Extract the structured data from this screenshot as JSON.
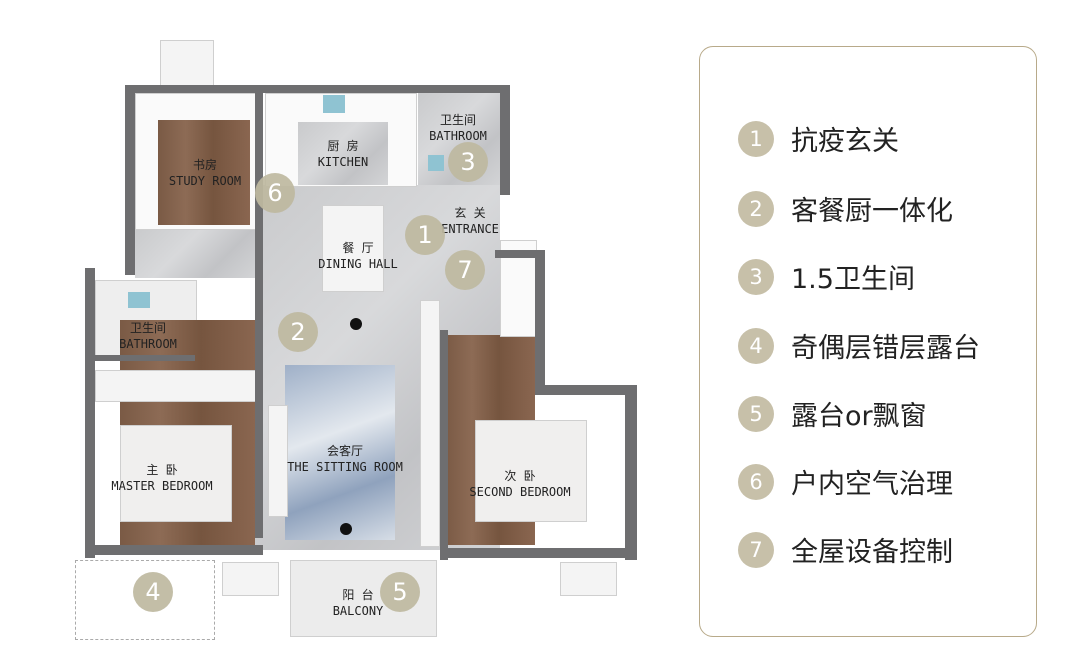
{
  "rooms": {
    "study": {
      "cn": "书房",
      "en": "STUDY ROOM"
    },
    "kitchen": {
      "cn": "厨 房",
      "en": "KITCHEN"
    },
    "bathroom_top": {
      "cn": "卫生间",
      "en": "BATHROOM"
    },
    "entrance": {
      "cn": "玄 关",
      "en": "ENTRANCE"
    },
    "dining": {
      "cn": "餐 厅",
      "en": "DINING HALL"
    },
    "bathroom_left": {
      "cn": "卫生间",
      "en": "BATHROOM"
    },
    "master": {
      "cn": "主 卧",
      "en": "MASTER BEDROOM"
    },
    "sitting": {
      "cn": "会客厅",
      "en": "THE SITTING ROOM"
    },
    "second": {
      "cn": "次 卧",
      "en": "SECOND BEDROOM"
    },
    "balcony": {
      "cn": "阳 台",
      "en": "BALCONY"
    }
  },
  "markers": [
    "1",
    "2",
    "3",
    "4",
    "5",
    "6",
    "7"
  ],
  "legend": [
    {
      "num": "1",
      "text": "抗疫玄关"
    },
    {
      "num": "2",
      "text": "客餐厨一体化"
    },
    {
      "num": "3",
      "text": "1.5卫生间"
    },
    {
      "num": "4",
      "text": "奇偶层错层露台"
    },
    {
      "num": "5",
      "text": "露台or飘窗"
    },
    {
      "num": "6",
      "text": "户内空气治理"
    },
    {
      "num": "7",
      "text": "全屋设备控制"
    }
  ],
  "colors": {
    "marker": "#c7c0a9",
    "legend_border": "#b8aa8a",
    "wall": "#6e6e70",
    "wood": "#8d6b55"
  }
}
